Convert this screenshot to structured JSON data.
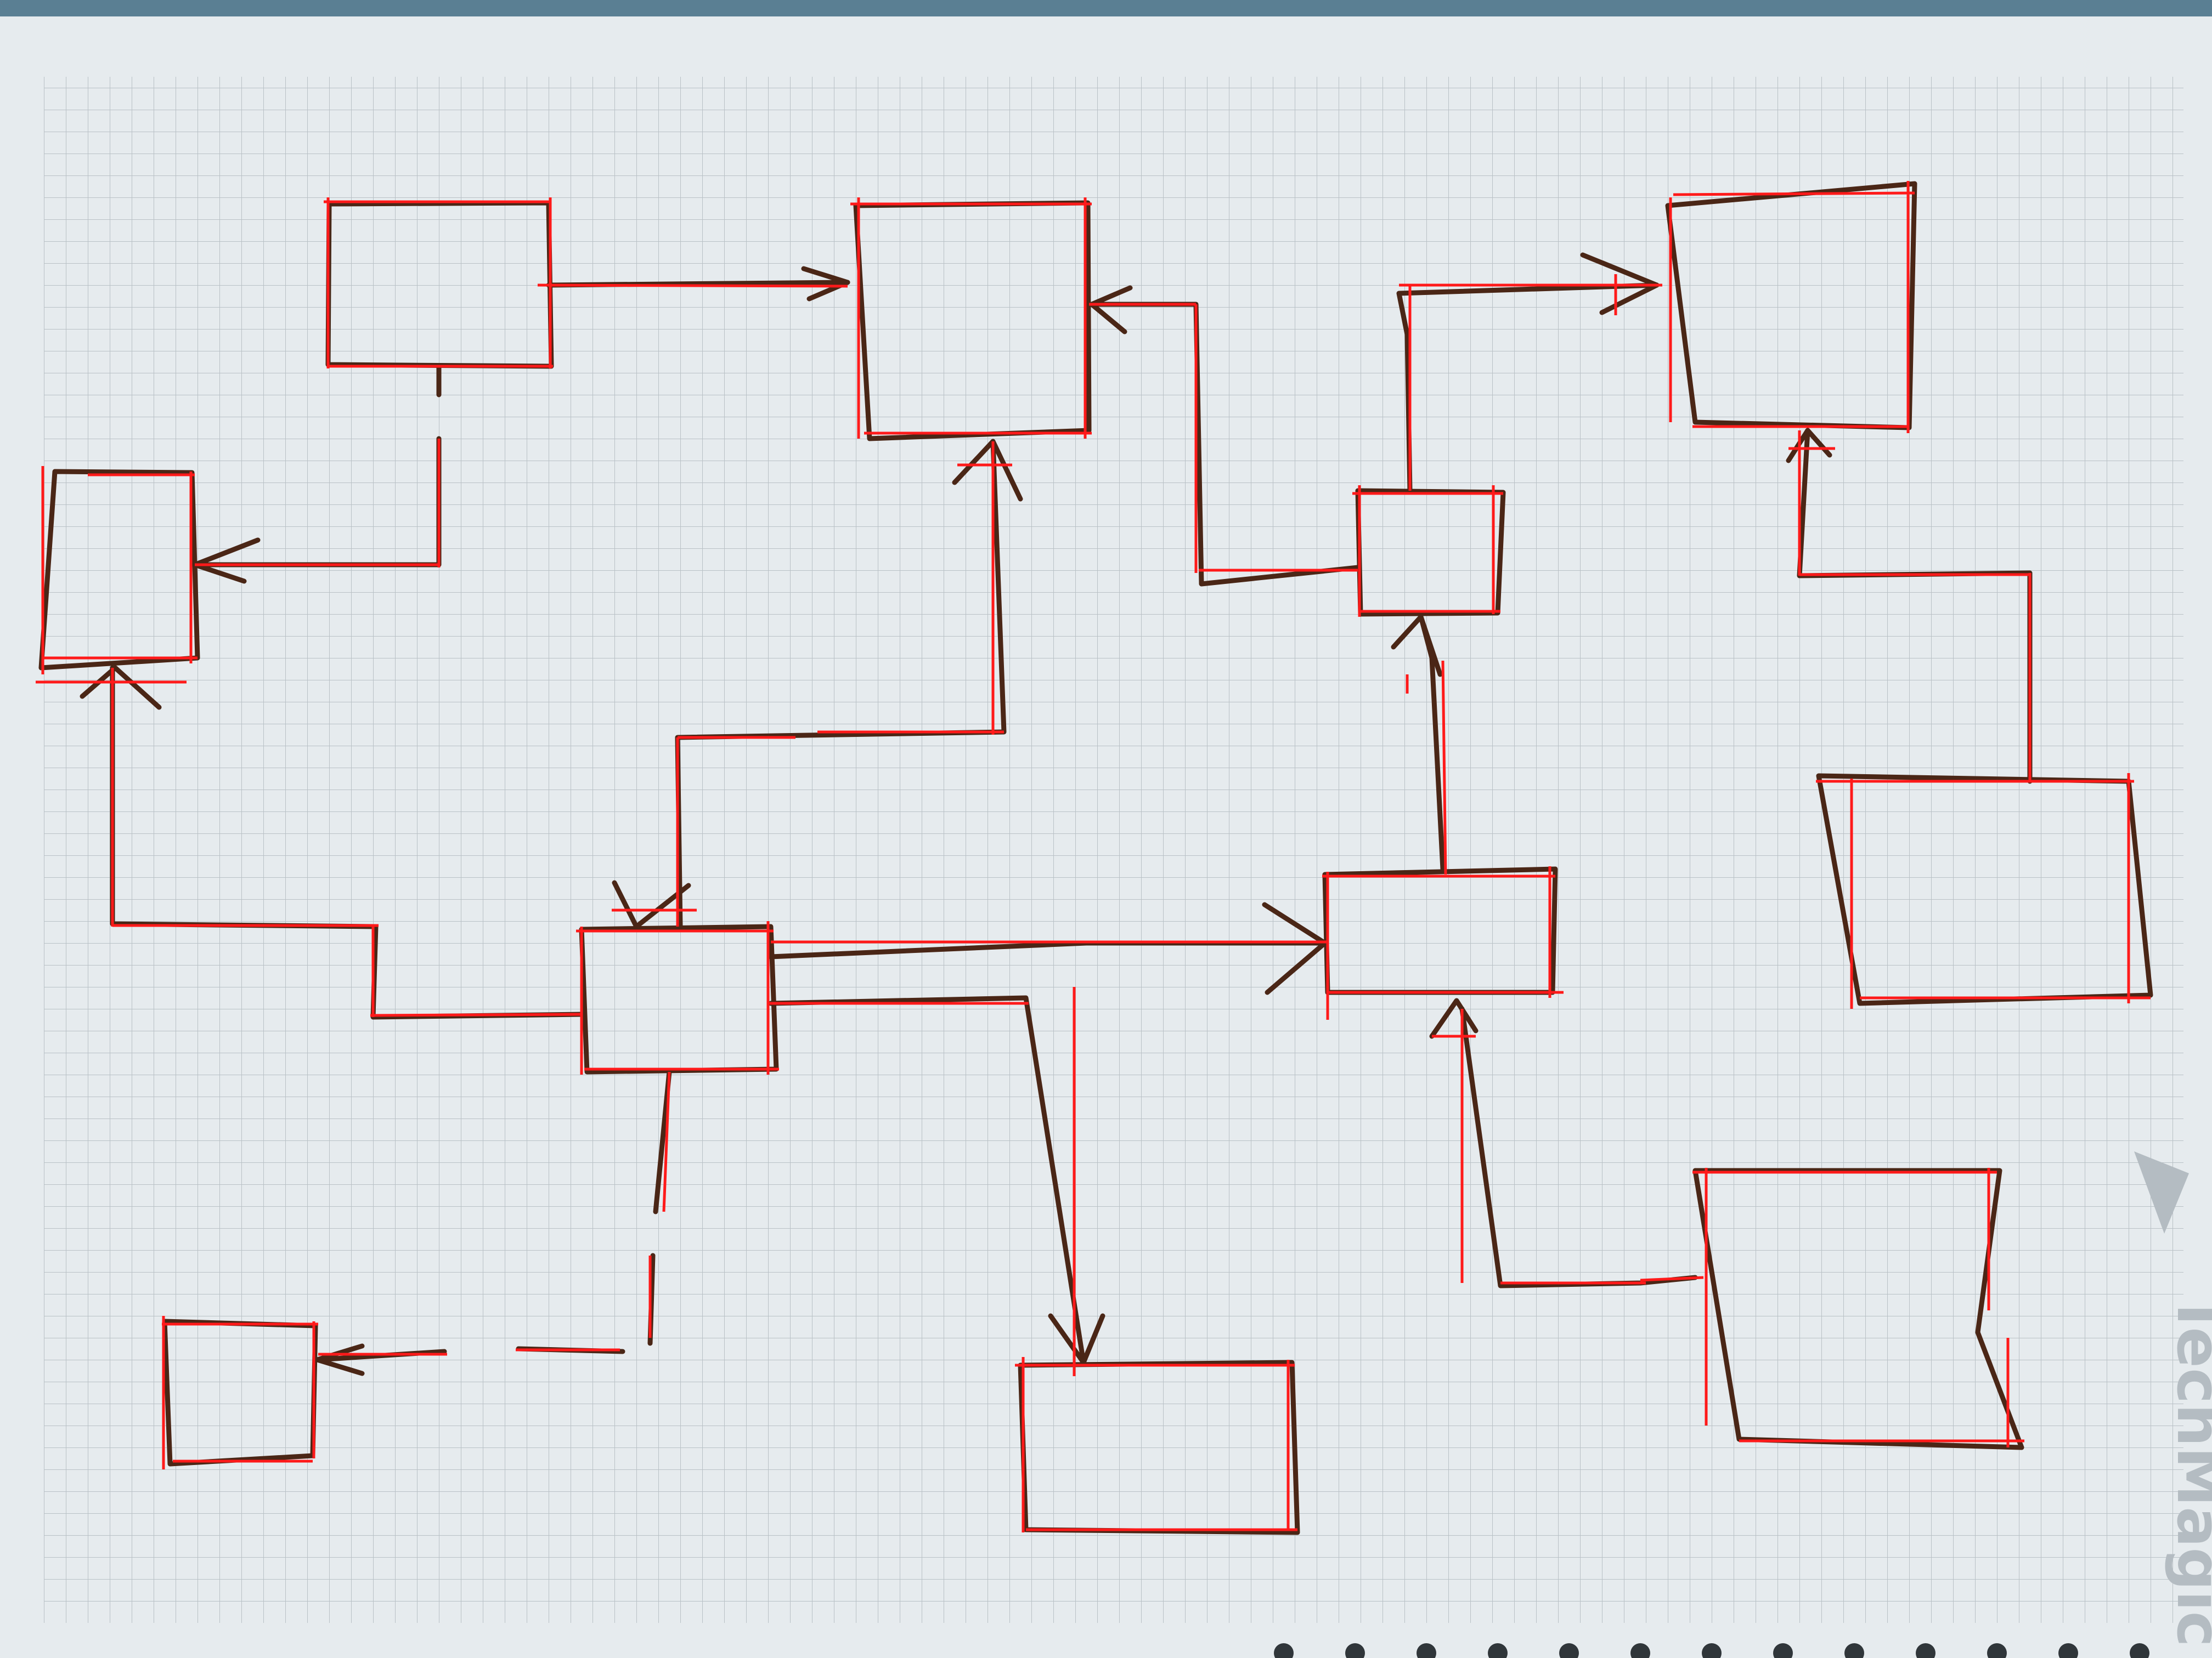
{
  "sheet": {
    "paper_color": "#e6ebee",
    "grid_color": "#b9c1c6",
    "table_color": "#5a7f93",
    "watermark_text": "TechMagic",
    "watermark_color": "#b4bcc2"
  },
  "diagram": {
    "ink_color": "#4a2616",
    "overlay_color": "#ff1a1a",
    "nodes": [
      "box-a",
      "box-b",
      "box-c",
      "box-d",
      "box-e",
      "box-f",
      "box-g",
      "box-h",
      "box-i",
      "box-j",
      "box-k"
    ],
    "connectors": [
      {
        "from": "box-a",
        "to": "box-b"
      },
      {
        "from": "box-a",
        "to": "box-c"
      },
      {
        "from": "box-g",
        "to": "box-c"
      },
      {
        "from": "box-g",
        "to": "box-b"
      },
      {
        "from": "box-g",
        "to": "box-h"
      },
      {
        "from": "box-g",
        "to": "box-i"
      },
      {
        "from": "box-g",
        "to": "box-j"
      },
      {
        "from": "box-h",
        "to": "box-e"
      },
      {
        "from": "box-e",
        "to": "box-b"
      },
      {
        "from": "box-e",
        "to": "box-d"
      },
      {
        "from": "box-f",
        "to": "box-d"
      },
      {
        "from": "box-k",
        "to": "box-h"
      }
    ]
  }
}
